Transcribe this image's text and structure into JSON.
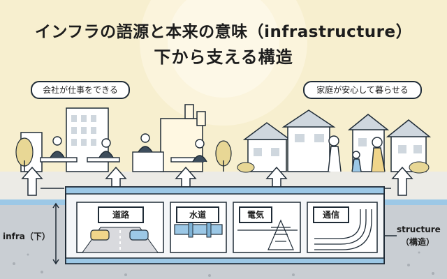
{
  "title": {
    "line1": "インフラの語源と本来の意味（infrastructure）",
    "line2": "下から支える構造"
  },
  "bubbles": {
    "left": "会社が仕事をできる",
    "right": "家庭が安心して暮らせる"
  },
  "pipes": [
    {
      "label": "道路",
      "icon": "cars-on-road-icon"
    },
    {
      "label": "水道",
      "icon": "water-pipe-icon"
    },
    {
      "label": "電気",
      "icon": "power-tower-icon"
    },
    {
      "label": "通信",
      "icon": "communication-cable-icon"
    }
  ],
  "side_labels": {
    "infra": "infra（下）",
    "structure": "structure",
    "structure_jp": "（構造）"
  },
  "colors": {
    "background": "#f7efcf",
    "accent_blue": "#9cc8e6",
    "outline": "#1f2b36",
    "ground": "#d9dade"
  }
}
